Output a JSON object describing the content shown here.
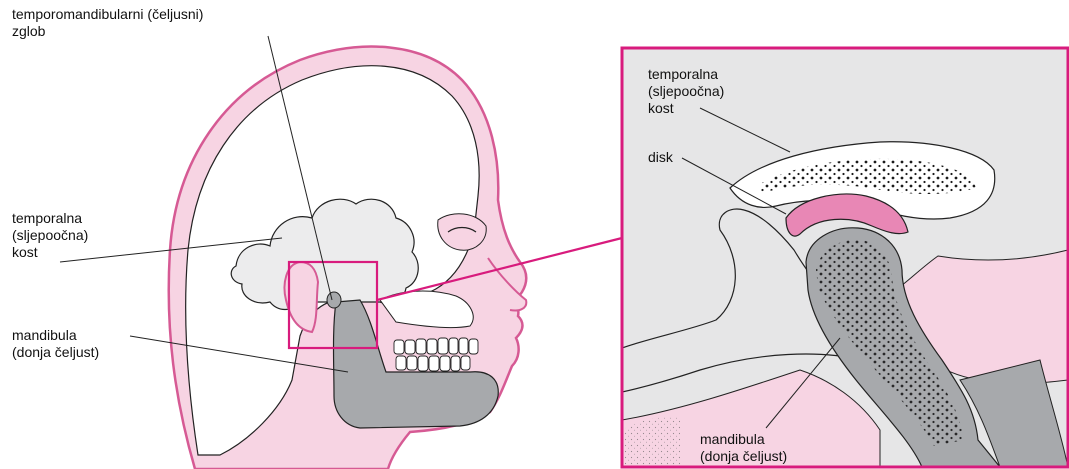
{
  "labels": {
    "tmj": "temporomandibularni (čeljusni)\nzglob",
    "temporal": "temporalna\n(sljepoočna)\nkost",
    "mandible": "mandibula\n(donja čeljust)",
    "inset_temporal": "temporalna\n(sljepoočna)\nkost",
    "inset_disk": "disk",
    "inset_mandible": "mandibula\n(donja čeljust)"
  },
  "colors": {
    "skin": "#f7d4e3",
    "outline_pink": "#d65a94",
    "accent_magenta": "#d81b7d",
    "bone": "#ffffff",
    "mandible_gray": "#a7a9ac",
    "inset_background": "#e6e6e7",
    "disk_pink": "#e887b5",
    "line": "#222222"
  }
}
